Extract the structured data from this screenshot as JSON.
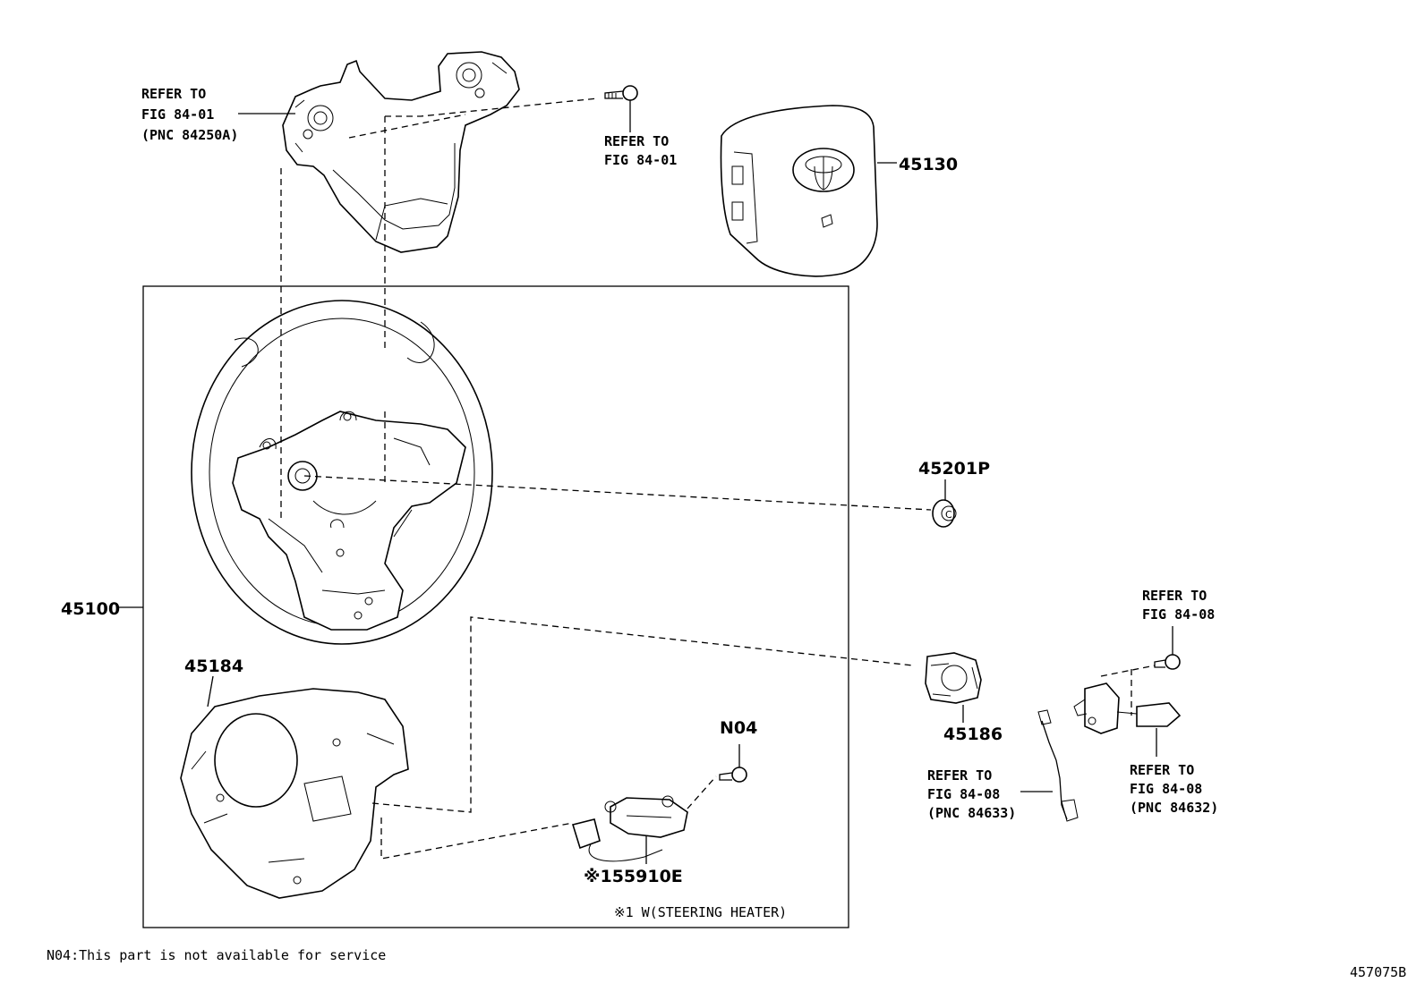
{
  "labels": {
    "ref_8425": [
      "REFER TO",
      "FIG 84-01",
      "(PNC 84250A)"
    ],
    "ref_screw_top": [
      "REFER TO",
      "FIG 84-01"
    ],
    "p45130": "45130",
    "p45100": "45100",
    "p45201p": "45201P",
    "p45184": "45184",
    "p45186": "45186",
    "n04": "N04",
    "p55910e": "※155910E",
    "ref_84633": [
      "REFER TO",
      "FIG 84-08",
      "(PNC 84633)"
    ],
    "ref_screw_right": [
      "REFER TO",
      "FIG 84-08"
    ],
    "ref_84632": [
      "REFER TO",
      "FIG 84-08",
      "(PNC 84632)"
    ],
    "heater_note": "※1 W(STEERING HEATER)",
    "footnote": "N04:This part is not available for service",
    "drawing_number": "457075B"
  },
  "icons": [
    "bolt-icon",
    "toyota-logo"
  ]
}
